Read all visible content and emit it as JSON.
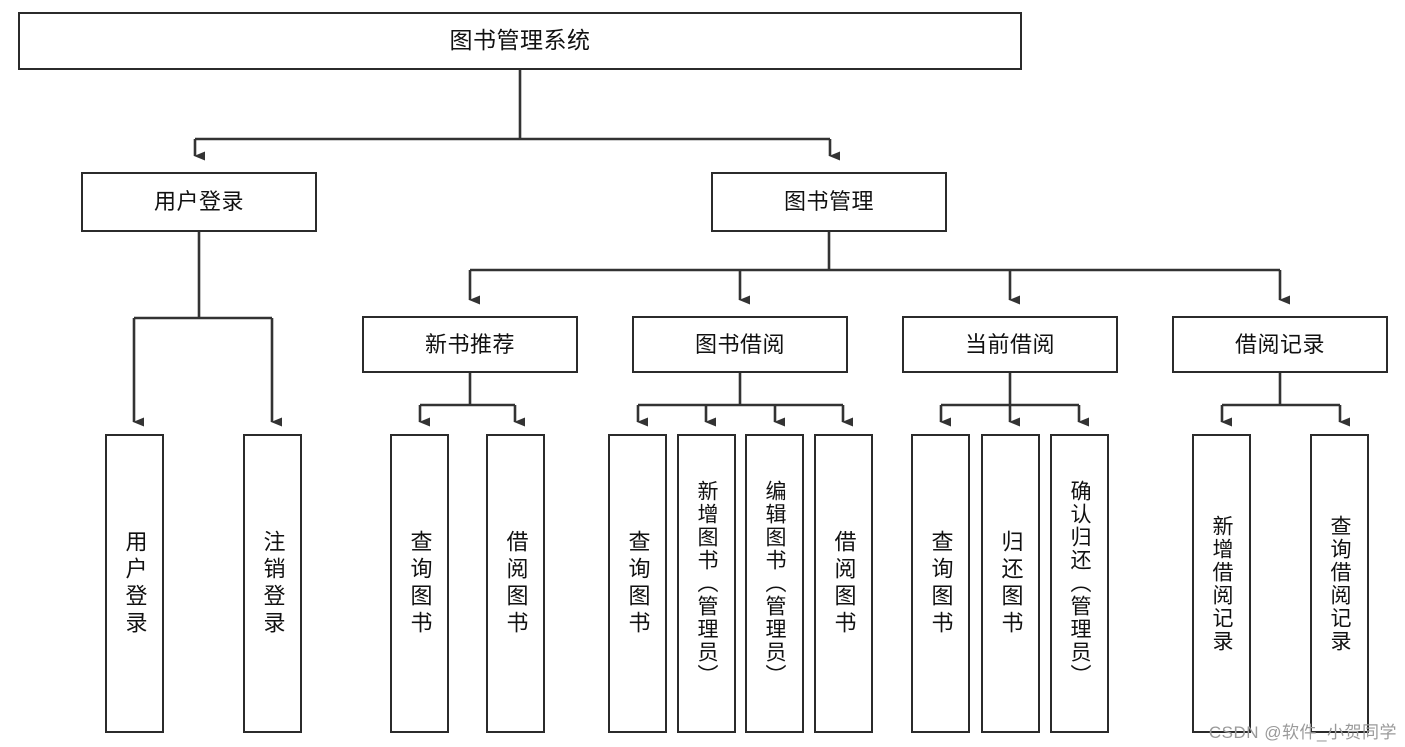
{
  "diagram": {
    "type": "tree",
    "title": "图书管理系统",
    "watermark": "CSDN @软件_小贺同学",
    "colors": {
      "box_border": "#2b2b2b",
      "box_fill": "#ffffff",
      "connector": "#333333",
      "text": "#111111",
      "watermark": "#9a9a9a"
    },
    "nodes": {
      "root": {
        "label": "图书管理系统"
      },
      "tier2": [
        {
          "label": "用户登录"
        },
        {
          "label": "图书管理"
        }
      ],
      "tier3": [
        {
          "label": "新书推荐"
        },
        {
          "label": "图书借阅"
        },
        {
          "label": "当前借阅"
        },
        {
          "label": "借阅记录"
        }
      ],
      "leaves": {
        "user_login": [
          {
            "label": "用户登录"
          },
          {
            "label": "注销登录"
          }
        ],
        "new_book": [
          {
            "label": "查询图书"
          },
          {
            "label": "借阅图书"
          }
        ],
        "borrow_book": [
          {
            "label": "查询图书"
          },
          {
            "label": "新增图书（管理员）"
          },
          {
            "label": "编辑图书（管理员）"
          },
          {
            "label": "借阅图书"
          }
        ],
        "current_borrow": [
          {
            "label": "查询图书"
          },
          {
            "label": "归还图书"
          },
          {
            "label": "确认归还（管理员）"
          }
        ],
        "borrow_record": [
          {
            "label": "新增借阅记录"
          },
          {
            "label": "查询借阅记录"
          }
        ]
      }
    }
  }
}
